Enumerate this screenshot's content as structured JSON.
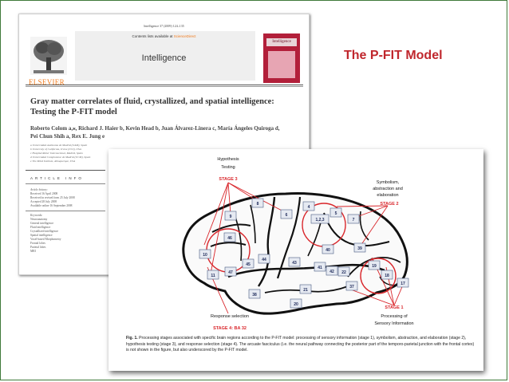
{
  "slide": {
    "title": "The P-FIT Model",
    "title_color": "#c0272d",
    "border_color": "#3f7a3a"
  },
  "article": {
    "journal_line": "Intelligence 37 (2009) 124–135",
    "contents_prefix": "Contents lists available at",
    "contents_link": "ScienceDirect",
    "journal_name": "Intelligence",
    "publisher": "ELSEVIER",
    "cover_title": "Intelligence",
    "title_line1": "Gray matter correlates of fluid, crystallized, and spatial intelligence:",
    "title_line2": "Testing the P-FIT model",
    "authors_line1": "Roberto Colom a,⁎, Richard J. Haier b, Kevin Head b, Juan Álvarez-Linera c, María Ángeles Quiroga d,",
    "authors_line2": "Pei Chun Shih a, Rex E. Jung e",
    "affiliations": [
      "a Universidad Autónoma de Madrid (UAM), Spain",
      "b University of California, Irvine (UCI), USA",
      "c Hospital Ruber Internacional, Madrid, Spain",
      "d Universidad Complutense de Madrid (UCM), Spain",
      "e The Mind Institute, Albuquerque, USA"
    ],
    "info_heading": "ARTICLE INFO",
    "history": [
      "Article history:",
      "Received 16 April 2008",
      "Received in revised form 25 July 2008",
      "Accepted 28 July 2008",
      "Available online 16 September 2008"
    ],
    "keywords": [
      "Keywords:",
      "Neuroanatomy",
      "General intelligence",
      "Fluid intelligence",
      "Crystallized intelligence",
      "Spatial intelligence",
      "Voxel-based Morphometry",
      "Frontal lobes",
      "Parietal lobes",
      "MRI"
    ]
  },
  "figure": {
    "labels": {
      "hypothesis_testing_1": "Hypothesis",
      "hypothesis_testing_2": "Testing",
      "stage3": "STAGE 3",
      "symbolism_1": "Symbolism,",
      "symbolism_2": "abstraction and",
      "symbolism_3": "elaboration",
      "stage2": "STAGE 2",
      "stage1": "STAGE 1",
      "processing_1": "Processing of",
      "processing_2": "Sensory Information",
      "response_selection": "Response selection",
      "stage4": "STAGE 4: BA 32"
    },
    "areas": [
      "8",
      "6",
      "4",
      "5",
      "9",
      "1,2,3",
      "7",
      "46",
      "40",
      "39",
      "10",
      "45",
      "44",
      "43",
      "41",
      "42",
      "22",
      "19",
      "11",
      "47",
      "18",
      "17",
      "38",
      "21",
      "37",
      "20"
    ],
    "stage_color": "#d9262b",
    "caption_label": "Fig. 1.",
    "caption_text": "Processing stages associated with specific brain regions according to the P-FIT model: processing of sensory information (stage 1), symbolism, abstraction, and elaboration (stage 2), hypothesis testing (stage 3), and response selection (stage 4). The arcuate fasciculus (i.e. the neural pathway connecting the posterior part of the temporo-parietal junction with the frontal cortex) is not shown in the figure, but also underscored by the P-FIT model."
  }
}
